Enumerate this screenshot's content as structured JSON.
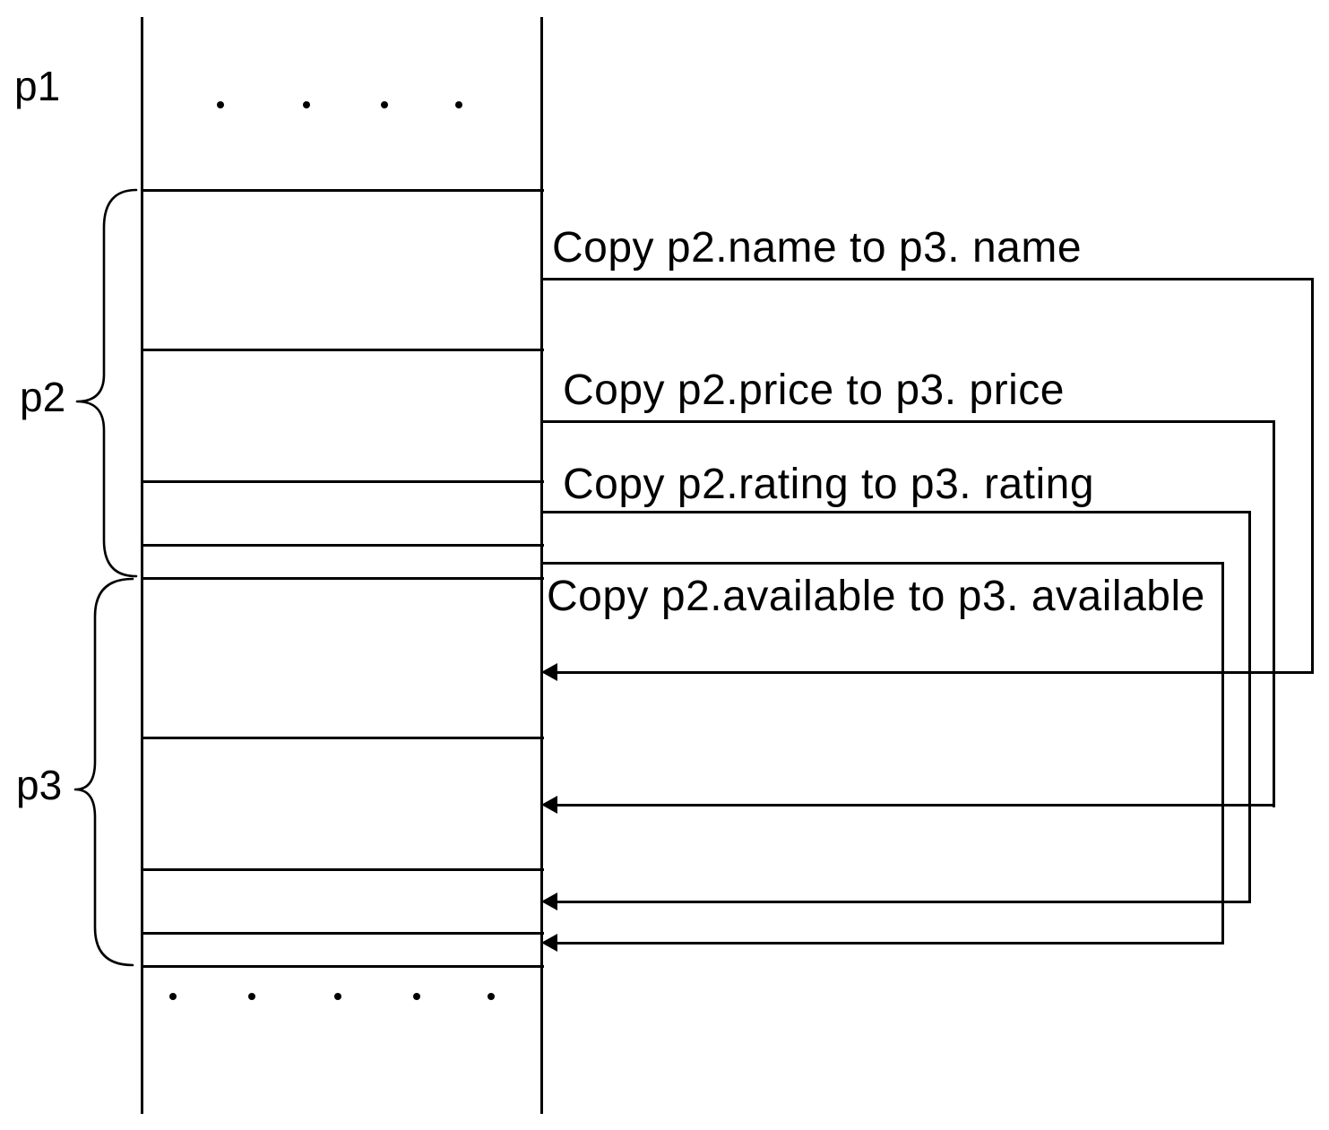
{
  "colors": {
    "line": "#000000",
    "background": "#ffffff"
  },
  "pointers": {
    "p1": {
      "label": "p1"
    },
    "p2": {
      "label": "p2"
    },
    "p3": {
      "label": "p3"
    }
  },
  "fields": [
    "name",
    "price",
    "rating",
    "available"
  ],
  "copies": [
    {
      "field": "name",
      "label": "Copy p2.name to p3. name"
    },
    {
      "field": "price",
      "label": "Copy p2.price to p3. price"
    },
    {
      "field": "rating",
      "label": "Copy p2.rating to p3. rating"
    },
    {
      "field": "available",
      "label": "Copy p2.available to p3. available"
    }
  ]
}
